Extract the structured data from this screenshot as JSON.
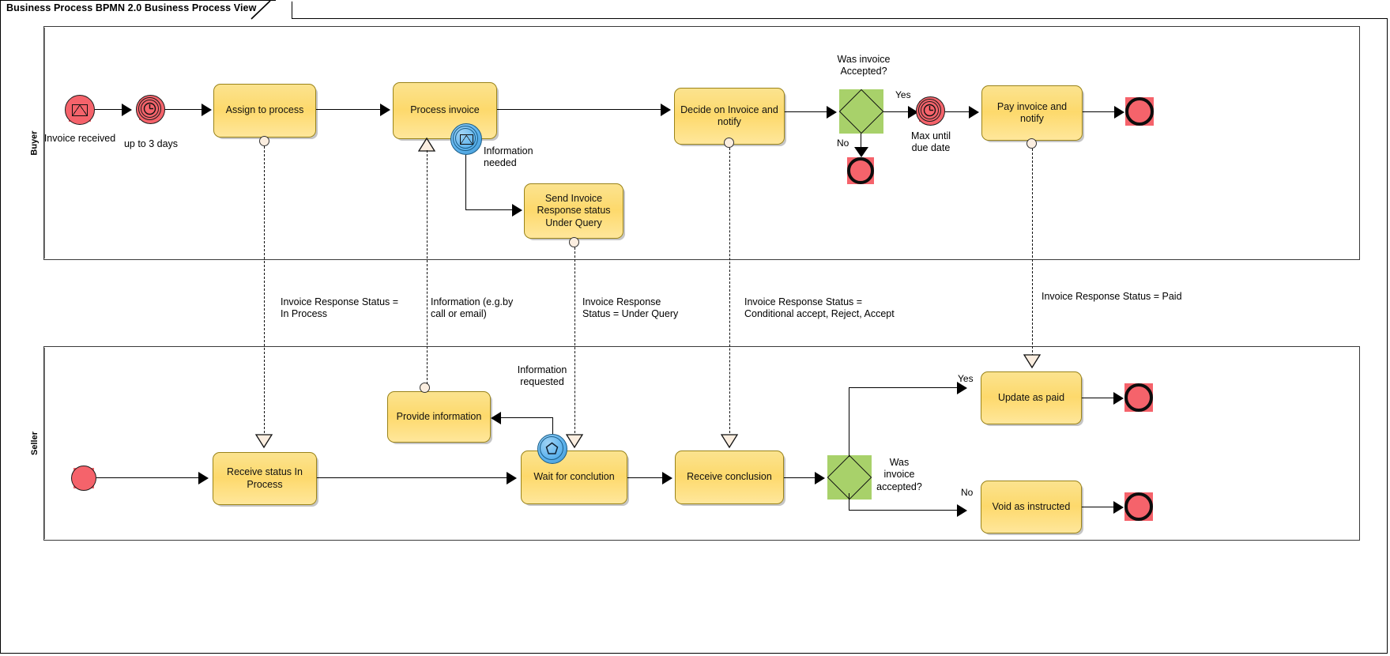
{
  "diagram": {
    "title": "Business Process BPMN 2.0 Business Process View",
    "type": "bpmn-collaboration"
  },
  "colors": {
    "task_fill": "#fdd96c",
    "task_border": "#9a8319",
    "event_red": "#f5636b",
    "gateway_green": "#a8d16a",
    "boundary_blue": "#5fb4ee",
    "line": "#000000"
  },
  "pools": [
    {
      "id": "buyer",
      "label": "Buyer"
    },
    {
      "id": "seller",
      "label": "Seller"
    }
  ],
  "buyer": {
    "start_event": {
      "name": "Invoice received",
      "type": "message-start-event"
    },
    "timer_event": {
      "name": "up to 3 days",
      "type": "timer-intermediate-event"
    },
    "tasks": [
      {
        "id": "assign",
        "label": "Assign to process"
      },
      {
        "id": "process",
        "label": "Process invoice"
      },
      {
        "id": "send_under_query",
        "label": "Send Invoice\nResponse status\nUnder Query"
      },
      {
        "id": "decide",
        "label": "Decide on Invoice\nand notify"
      },
      {
        "id": "pay",
        "label": "Pay invoice and\nnotify"
      }
    ],
    "boundary_events": [
      {
        "id": "info_needed",
        "label": "Information\nneeded",
        "type": "boundary-message-event",
        "attached_to": "process"
      }
    ],
    "gateway": {
      "id": "gw_accepted",
      "label": "Was invoice\nAccepted?",
      "type": "exclusive-gateway"
    },
    "gateway_flows": [
      {
        "label": "Yes"
      },
      {
        "label": "No"
      }
    ],
    "timer_due": {
      "name": "Max until\ndue date",
      "type": "timer-intermediate-event"
    },
    "end_events": [
      {
        "id": "end_no",
        "type": "end-event"
      },
      {
        "id": "end_paid",
        "type": "end-event"
      }
    ]
  },
  "seller": {
    "start_event": {
      "type": "start-event"
    },
    "tasks": [
      {
        "id": "receive_status",
        "label": "Receive status In\nProcess"
      },
      {
        "id": "provide_info",
        "label": "Provide information"
      },
      {
        "id": "wait",
        "label": "Wait for conclution"
      },
      {
        "id": "receive_conclusion",
        "label": "Receive conclusion"
      },
      {
        "id": "update_paid",
        "label": "Update as paid"
      },
      {
        "id": "void",
        "label": "Void as instructed"
      }
    ],
    "boundary_events": [
      {
        "id": "info_requested",
        "label": "Information\nrequested",
        "type": "boundary-multiple-event",
        "attached_to": "wait"
      }
    ],
    "gateway": {
      "id": "gw_seller_accepted",
      "label": "Was\ninvoice\naccepted?",
      "type": "exclusive-gateway"
    },
    "gateway_flows": [
      {
        "label": "Yes"
      },
      {
        "label": "No"
      }
    ],
    "end_events": [
      {
        "id": "end_update",
        "type": "end-event"
      },
      {
        "id": "end_void",
        "type": "end-event"
      }
    ]
  },
  "message_flows": [
    {
      "id": "mf1",
      "label": "Invoice Response Status =\nIn Process",
      "direction": "buyer-to-seller"
    },
    {
      "id": "mf2",
      "label": "Information (e.g.by\n  call or email)",
      "direction": "seller-to-buyer"
    },
    {
      "id": "mf3",
      "label": "Invoice Response\nStatus = Under Query",
      "direction": "buyer-to-seller"
    },
    {
      "id": "mf4",
      "label": "Invoice Response Status =\nConditional accept, Reject, Accept",
      "direction": "buyer-to-seller"
    },
    {
      "id": "mf5",
      "label": "Invoice Response Status = Paid",
      "direction": "buyer-to-seller"
    }
  ]
}
